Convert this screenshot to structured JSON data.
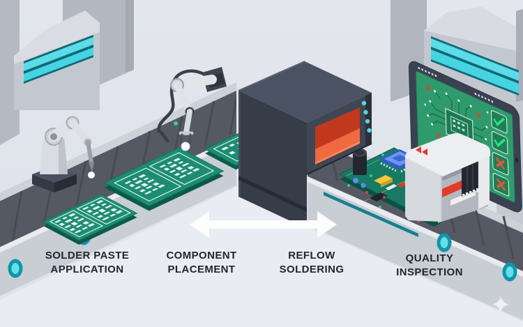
{
  "diagram": {
    "type": "isometric-illustration",
    "subject": "PCB assembly line process",
    "stages": [
      {
        "id": "solder-paste-application",
        "label_line1": "SOLDER PASTE",
        "label_line2": "APPLICATION"
      },
      {
        "id": "component-placement",
        "label_line1": "COMPONENT",
        "label_line2": "PLACEMENT"
      },
      {
        "id": "reflow-soldering",
        "label_line1": "REFLOW",
        "label_line2": "SOLDERING"
      },
      {
        "id": "quality-inspection",
        "label_line1": "QUALITY",
        "label_line2": "INSPECTION"
      }
    ],
    "flow_arrow": {
      "style": "double-headed",
      "orientation": "horizontal"
    },
    "inspection_monitor": {
      "screen": "pcb-circuit-view",
      "results": [
        "pass",
        "pass",
        "fail",
        "fail"
      ]
    },
    "colors": {
      "background": "#e0e4eb",
      "machine_grey": "#c3c8d0",
      "window_cyan": "#46d4e2",
      "window_frame_teal": "#0f6a74",
      "conveyor_belt": "#545963",
      "conveyor_rail": "#c9cdd4",
      "roller_teal": "#1295a8",
      "roller_cyan": "#63dfeb",
      "pcb_green": "#1c8d72",
      "oven_body": "#363c48",
      "oven_glow_orange": "#e0482a",
      "screen_green": "#2f9b6d",
      "pass_green": "#30e07c",
      "fail_red": "#f05138",
      "accent_stripe": "#177f8d",
      "label_text": "#21252e"
    }
  }
}
